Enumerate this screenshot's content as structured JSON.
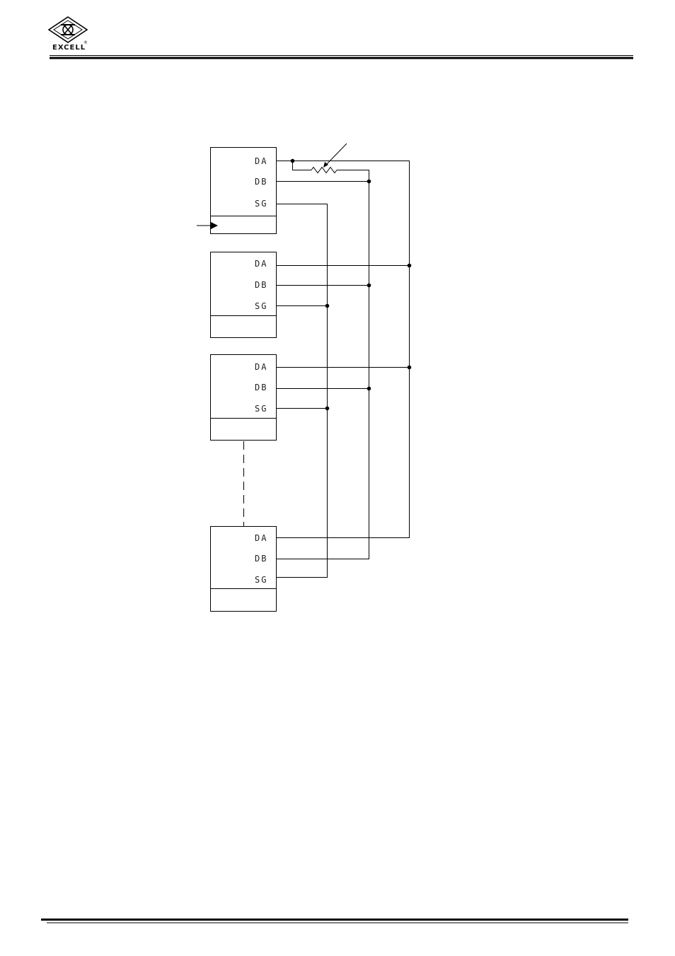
{
  "header": {
    "brand": "EXCELL",
    "registered_mark": "®"
  },
  "diagram": {
    "units": [
      {
        "pins": [
          "DA",
          "DB",
          "SG"
        ],
        "has_input_arrow": true
      },
      {
        "pins": [
          "DA",
          "DB",
          "SG"
        ],
        "has_input_arrow": false
      },
      {
        "pins": [
          "DA",
          "DB",
          "SG"
        ],
        "has_input_arrow": false
      },
      {
        "pins": [
          "DA",
          "DB",
          "SG"
        ],
        "has_input_arrow": false
      }
    ],
    "bus_lines": [
      "DA",
      "DB",
      "SG"
    ],
    "termination_resistor": "between DA and DB",
    "continuation": "dashed line between unit 3 and unit 4"
  },
  "colors": {
    "line": "#000000",
    "text": "#222222"
  }
}
